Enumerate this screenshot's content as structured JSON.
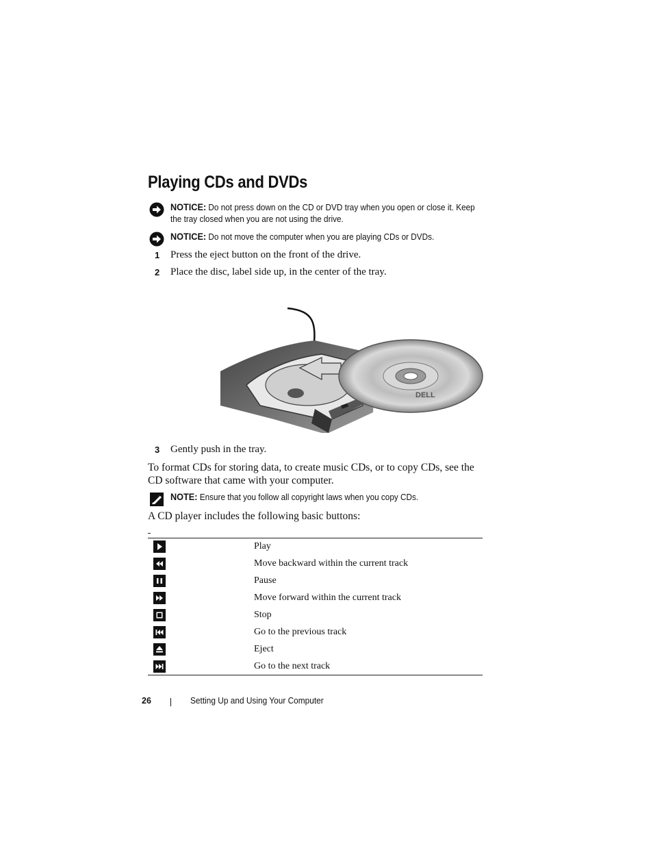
{
  "title": "Playing CDs and DVDs",
  "notices": [
    {
      "label": "NOTICE:",
      "text": " Do not press down on the CD or DVD tray when you open or close it. Keep the tray closed when you are not using the drive.",
      "icon": "notice-arrow-icon"
    },
    {
      "label": "NOTICE:",
      "text": " Do not move the computer when you are playing CDs or DVDs.",
      "icon": "notice-arrow-icon"
    }
  ],
  "steps": [
    {
      "num": "1",
      "text": "Press the eject button on the front of the drive."
    },
    {
      "num": "2",
      "text": "Place the disc, label side up, in the center of the tray."
    },
    {
      "num": "3",
      "text": "Gently push in the tray."
    }
  ],
  "figure": {
    "disc_brand": "DELL"
  },
  "paragraph_format": "To format CDs for storing data, to create music CDs, or to copy CDs, see the CD software that came with your computer.",
  "note": {
    "label": "NOTE:",
    "text": " Ensure that you follow all copyright laws when you copy CDs.",
    "icon": "note-pencil-icon"
  },
  "paragraph_buttons": "A CD player includes the following basic buttons:",
  "buttons": [
    {
      "icon": "play-icon",
      "label": "Play"
    },
    {
      "icon": "rewind-icon",
      "label": "Move backward within the current track"
    },
    {
      "icon": "pause-icon",
      "label": "Pause"
    },
    {
      "icon": "fast-forward-icon",
      "label": "Move forward within the current track"
    },
    {
      "icon": "stop-icon",
      "label": "Stop"
    },
    {
      "icon": "previous-track-icon",
      "label": "Go to the previous track"
    },
    {
      "icon": "eject-icon",
      "label": "Eject"
    },
    {
      "icon": "next-track-icon",
      "label": "Go to the next track"
    }
  ],
  "footer": {
    "page_number": "26",
    "section": "Setting Up and Using Your Computer"
  }
}
